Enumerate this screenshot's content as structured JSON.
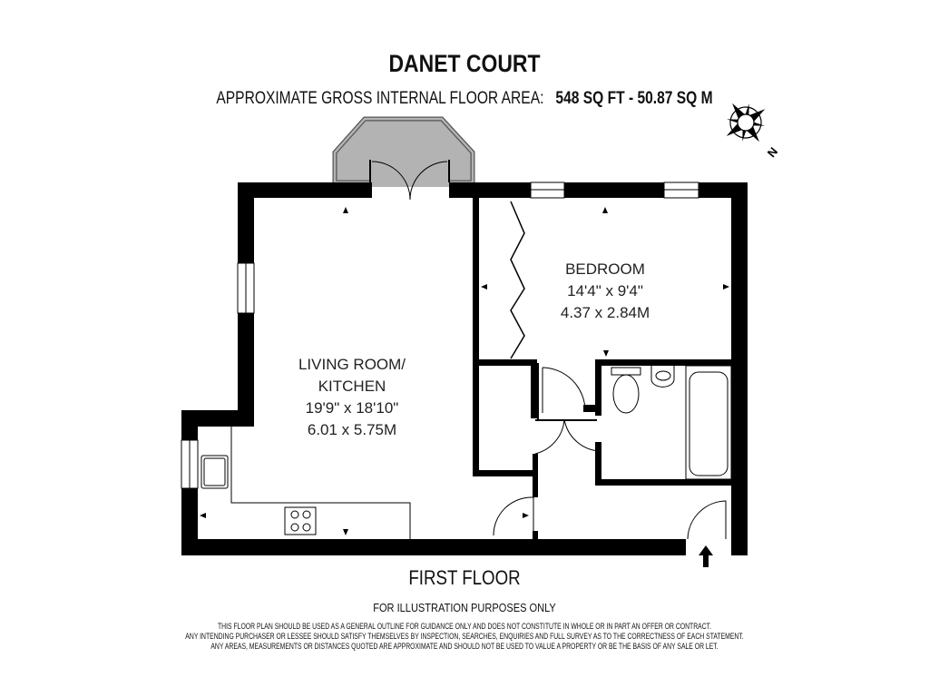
{
  "header": {
    "title": "DANET COURT",
    "area_label": "APPROXIMATE GROSS INTERNAL FLOOR AREA:",
    "area_sqft": "548 SQ FT",
    "area_sep": "-",
    "area_sqm": "50.87 SQ M"
  },
  "compass": {
    "icon": "compass-rose-icon",
    "north_label": "N"
  },
  "rooms": {
    "living": {
      "name_line1": "LIVING ROOM/",
      "name_line2": "KITCHEN",
      "imperial": "19'9\" x 18'10\"",
      "metric": "6.01 x 5.75M"
    },
    "bedroom": {
      "name": "BEDROOM",
      "imperial": "14'4\" x 9'4\"",
      "metric": "4.37 x 2.84M"
    }
  },
  "footer": {
    "floor": "FIRST FLOOR",
    "illustration_note": "FOR ILLUSTRATION PURPOSES ONLY",
    "disclaimer": [
      "THIS FLOOR PLAN SHOULD BE USED AS A GENERAL OUTLINE FOR GUIDANCE ONLY AND DOES NOT CONSTITUTE IN WHOLE OR IN PART AN OFFER OR CONTRACT.",
      "ANY INTENDING PURCHASER OR LESSEE SHOULD SATISFY THEMSELVES BY INSPECTION, SEARCHES, ENQUIRIES AND FULL SURVEY AS TO THE CORRECTNESS OF EACH STATEMENT.",
      "ANY AREAS, MEASUREMENTS OR DISTANCES QUOTED ARE APPROXIMATE AND SHOULD NOT BE USED TO VALUE A PROPERTY OR BE THE BASIS OF ANY SALE OR LET."
    ]
  },
  "colors": {
    "wall": "#000000",
    "balcony": "#b3b3b3"
  }
}
